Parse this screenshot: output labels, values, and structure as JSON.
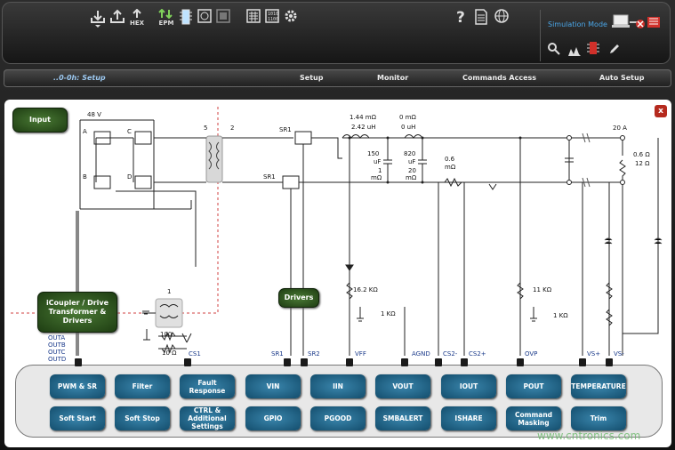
{
  "toolbar": {
    "hex_label": "HEX",
    "epm_label": "EPM",
    "simulation_mode": "Simulation Mode"
  },
  "nav": {
    "device": "..0-0h: Setup",
    "tabs": [
      "Setup",
      "Monitor",
      "Commands Access",
      "Auto Setup"
    ]
  },
  "schematic": {
    "input_button": "Input",
    "drivers_button": "Drivers",
    "icoupler_button": "iCoupler / Drive Transformer & Drivers",
    "voltage_48": "48 V",
    "switch_labels": [
      "A",
      "B",
      "C",
      "D"
    ],
    "transformer_labels": [
      "5",
      "2",
      "1"
    ],
    "sr_labels": [
      "SR1",
      "SR1"
    ],
    "l1_res": "1.44 mΩ",
    "l1_ind": "2.42 uH",
    "l2_res": "0 mΩ",
    "l2_ind": "0 uH",
    "c1_val": "150",
    "c1_unit": "uF",
    "c1_esr": "1",
    "c1_esr_unit": "mΩ",
    "c2_val": "820",
    "c2_unit": "uF",
    "c2_esr": "20",
    "c2_esr_unit": "mΩ",
    "shunt_val": "0.6",
    "shunt_unit": "mΩ",
    "load_current": "20 A",
    "load_r1": "0.6  Ω",
    "load_r2": "12  Ω",
    "r_vff": "16.2 KΩ",
    "r_agnd": "1 KΩ",
    "r_ovp": "11 KΩ",
    "r_vs": "1 KΩ",
    "r_100": "100",
    "r_10": "10 Ω",
    "out_labels": [
      "OUTA",
      "OUTB",
      "OUTC",
      "OUTD"
    ],
    "pins": [
      "CS1",
      "SR1",
      "SR2",
      "VFF",
      "AGND",
      "CS2-",
      "CS2+",
      "OVP",
      "VS+",
      "VS-"
    ]
  },
  "close_label": "x",
  "commands": [
    "PWM & SR",
    "Filter",
    "Fault Response",
    "VIN",
    "IIN",
    "VOUT",
    "IOUT",
    "POUT",
    "TEMPERATURE",
    "Soft Start",
    "Soft Stop",
    "CTRL & Additional Settings",
    "GPIO",
    "PGOOD",
    "SMBALERT",
    "ISHARE",
    "Command Masking",
    "Trim"
  ],
  "watermark": "www.cntronics.com"
}
